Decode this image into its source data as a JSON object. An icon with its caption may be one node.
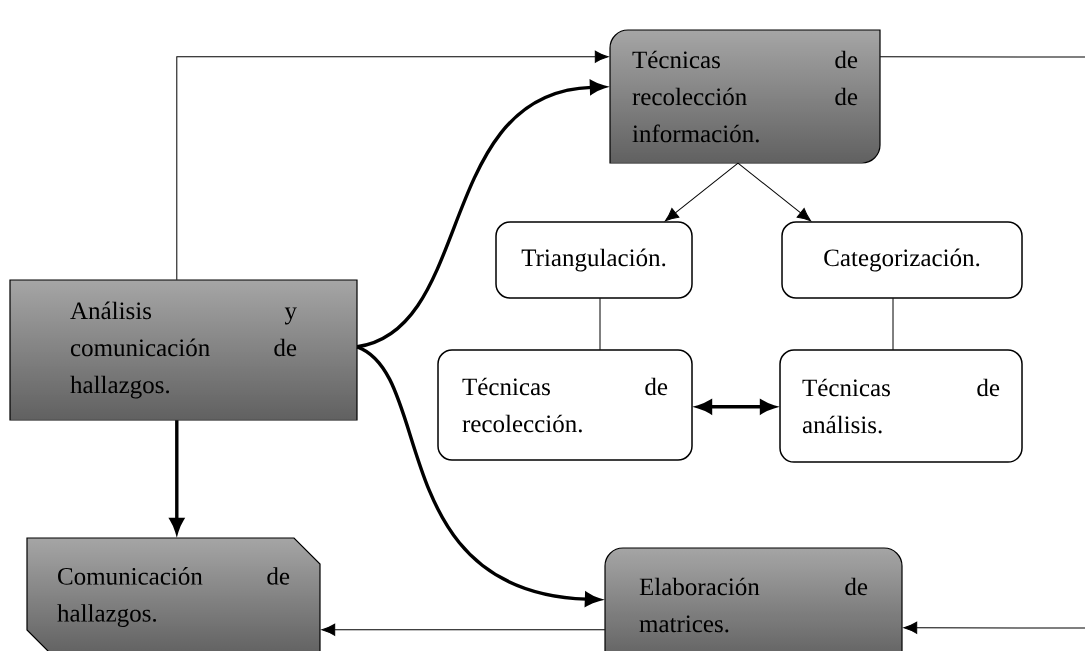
{
  "diagram": {
    "nodes": [
      {
        "text": [
          "Técnicas de recolección de información."
        ]
      },
      {
        "text": [
          "Análisis y comunicación de hallazgos."
        ]
      },
      {
        "text": [
          "Triangulación."
        ]
      },
      {
        "text": [
          "Categorización."
        ]
      },
      {
        "text": [
          "Técnicas de recolección."
        ]
      },
      {
        "text": [
          "Técnicas de análisis."
        ]
      },
      {
        "text": [
          "Comunicación de hallazgos."
        ]
      },
      {
        "text": [
          "Elaboración de matrices."
        ]
      }
    ],
    "edges": [
      {
        "from": 1,
        "to": 0,
        "arrow": "to"
      },
      {
        "from": 1,
        "to": 0,
        "arrow": "to",
        "style": "thick"
      },
      {
        "from": 0,
        "to": 2,
        "arrow": "to"
      },
      {
        "from": 0,
        "to": 3,
        "arrow": "to"
      },
      {
        "from": 2,
        "to": 4,
        "arrow": "none"
      },
      {
        "from": 3,
        "to": 5,
        "arrow": "none"
      },
      {
        "from": 4,
        "to": 5,
        "arrow": "both",
        "style": "thick"
      },
      {
        "from": 1,
        "to": 6,
        "arrow": "to",
        "style": "thick"
      },
      {
        "from": 1,
        "to": 7,
        "arrow": "to",
        "style": "thick"
      },
      {
        "from": 7,
        "to": 6,
        "arrow": "to"
      },
      {
        "from": 0,
        "to": null,
        "arrow": "none"
      },
      {
        "from": null,
        "to": 7,
        "arrow": "to"
      }
    ]
  }
}
